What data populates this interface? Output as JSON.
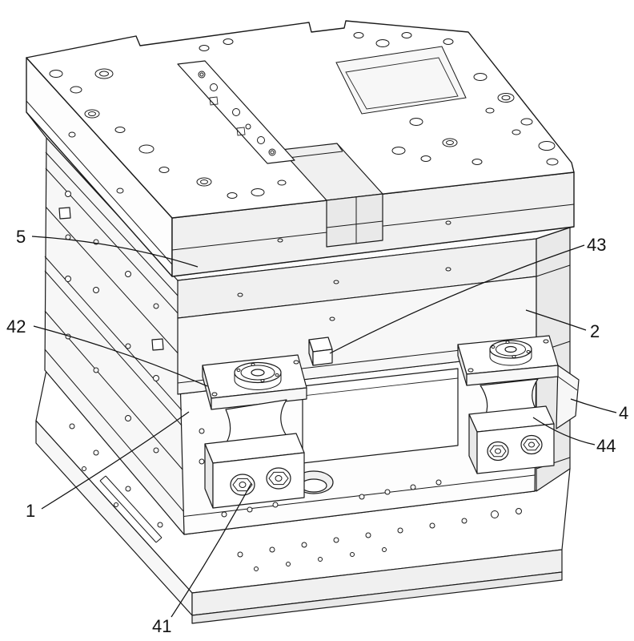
{
  "figure_labels": [
    {
      "id": "5",
      "text": "5"
    },
    {
      "id": "42",
      "text": "42"
    },
    {
      "id": "1",
      "text": "1"
    },
    {
      "id": "41",
      "text": "41"
    },
    {
      "id": "43",
      "text": "43"
    },
    {
      "id": "2",
      "text": "2"
    },
    {
      "id": "4",
      "text": "4"
    },
    {
      "id": "44",
      "text": "44"
    }
  ]
}
